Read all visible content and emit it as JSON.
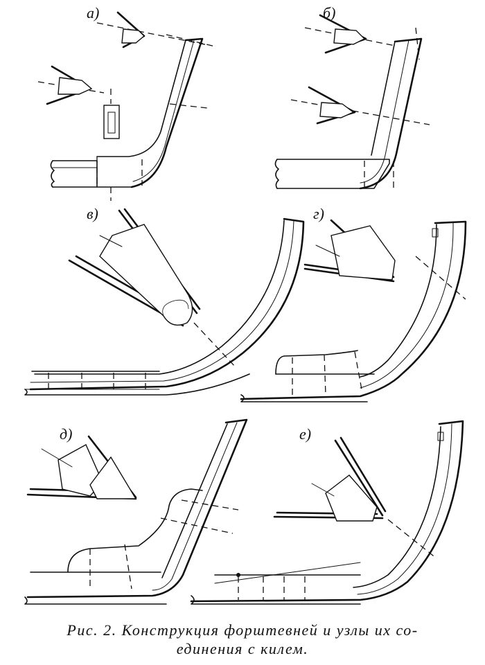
{
  "panels": {
    "a": {
      "label": "а)"
    },
    "b": {
      "label": "б)"
    },
    "v": {
      "label": "в)"
    },
    "g": {
      "label": "г)"
    },
    "d": {
      "label": "д)"
    },
    "e": {
      "label": "е)"
    }
  },
  "caption": {
    "line1": "Рис. 2. Конструкция форштевней и узлы их со-",
    "line2": "единения с килем."
  }
}
